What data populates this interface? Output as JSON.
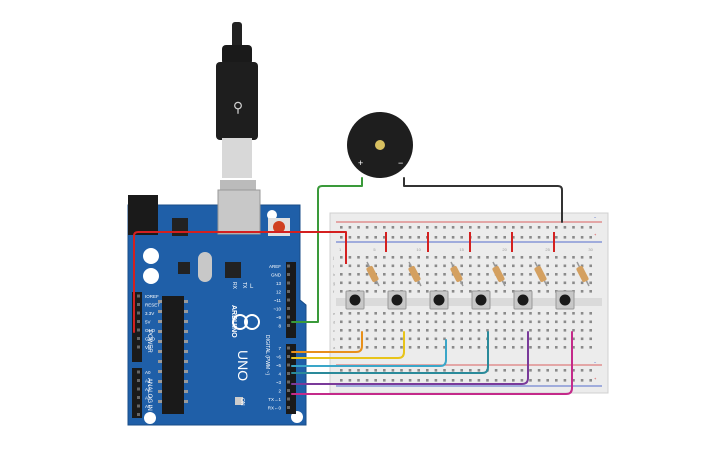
{
  "arduino": {
    "brand": "ARDUINO",
    "model": "UNO",
    "power_section": "POWER",
    "analog_section": "ANALOG IN",
    "digital_section": "DIGITAL (PWM ~)",
    "power_pins": [
      "IOREF",
      "RESET",
      "3.3V",
      "5V",
      "GND",
      "GND",
      "Vin"
    ],
    "analog_pins": [
      "A0",
      "A1",
      "A2",
      "A3",
      "A4",
      "A5"
    ],
    "top_header_labels": [
      "AREF",
      "GND",
      "13",
      "12",
      "~11",
      "~10",
      "~9",
      "8"
    ],
    "bottom_header_labels": [
      "7",
      "~6",
      "~5",
      "4",
      "~3",
      "2",
      "TX→1",
      "RX←0"
    ],
    "tx_label": "TX",
    "rx_label": "RX",
    "l_label": "L",
    "on_label": "ON"
  },
  "breadboard": {
    "rows_top": [
      "j",
      "i",
      "h",
      "g",
      "f"
    ],
    "rows_bottom": [
      "e",
      "d",
      "c",
      "b",
      "a"
    ],
    "column_numbers": [
      "1",
      "5",
      "10",
      "15",
      "20",
      "25",
      "30"
    ],
    "rail_plus": "+",
    "rail_minus": "−"
  },
  "buzzer": {
    "plus": "+",
    "minus": "−"
  },
  "colors": {
    "board": "#1f5fa8",
    "wire_green": "#3a9a3a",
    "wire_red": "#d42020",
    "wire_black": "#333333",
    "wire_orange": "#e8901a",
    "wire_yellow": "#e8c41a",
    "wire_cyan": "#3aa6c8",
    "wire_teal": "#2a8a9a",
    "wire_purple": "#7a3a9a",
    "wire_magenta": "#c42a8a"
  }
}
